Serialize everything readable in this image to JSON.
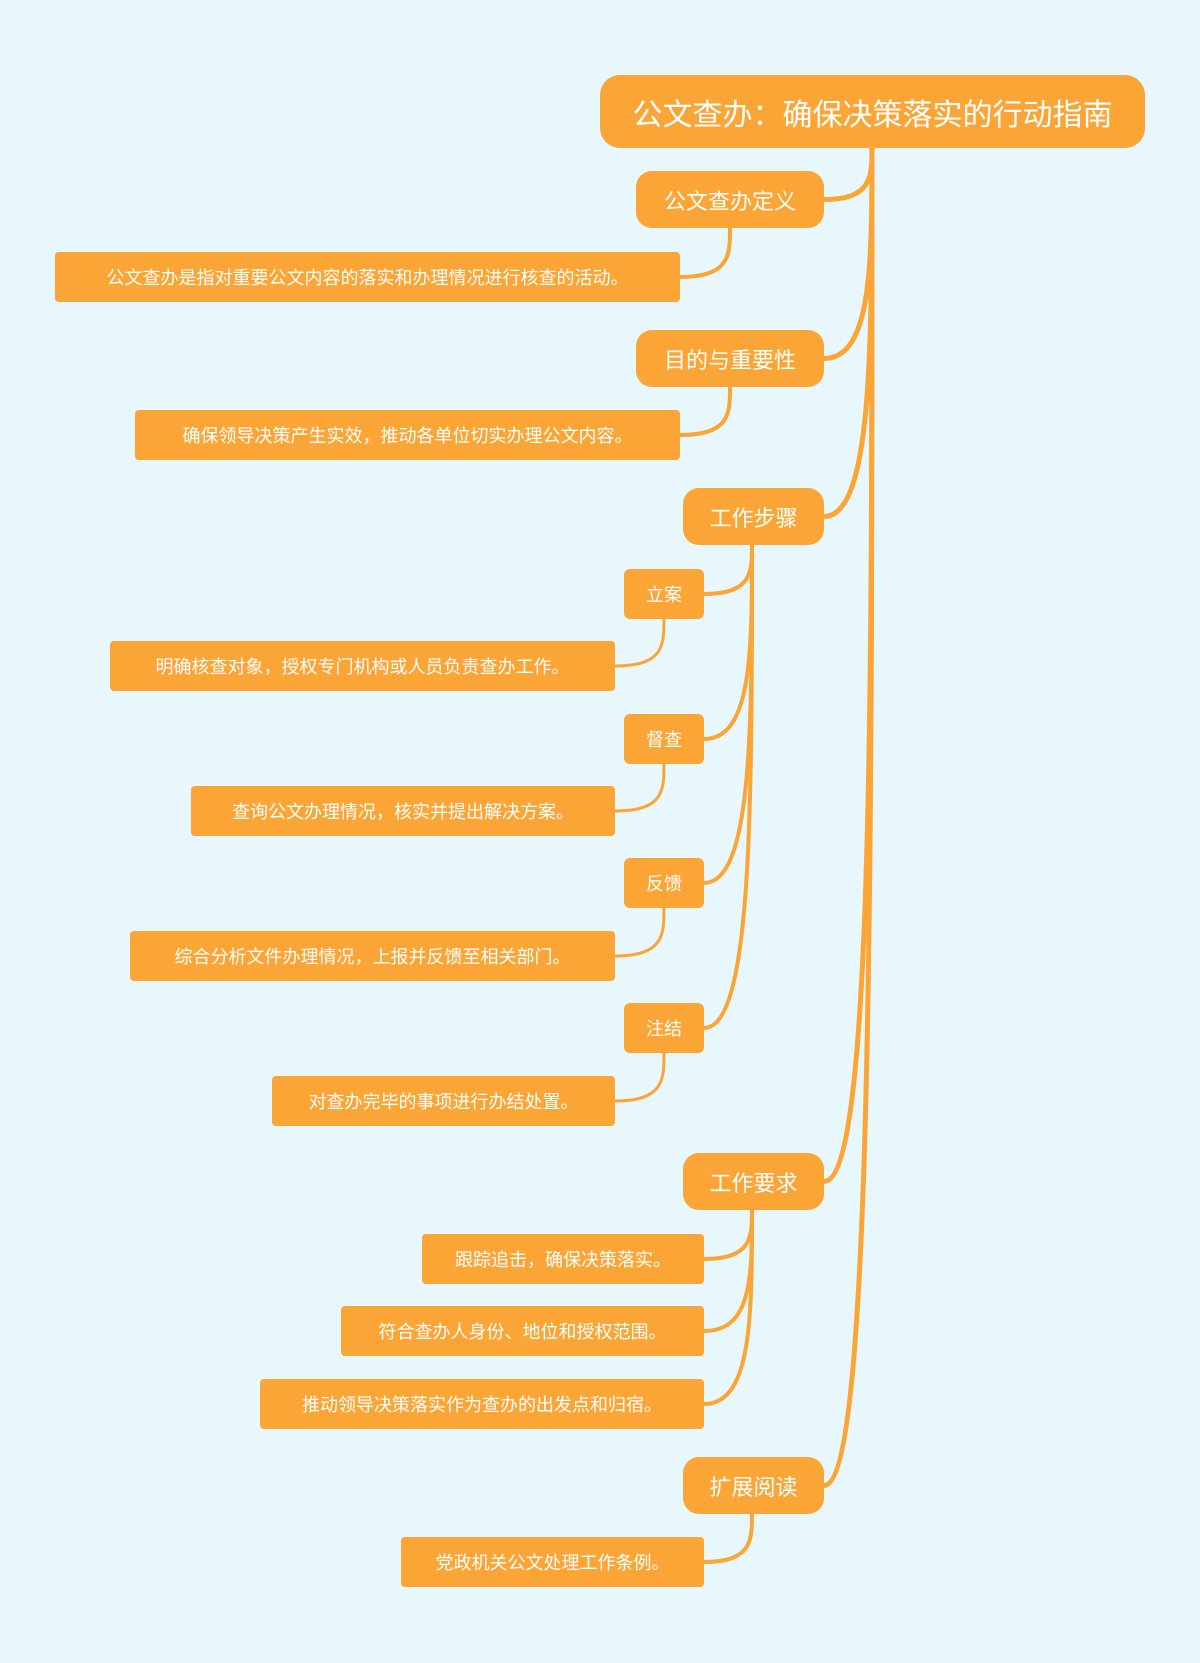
{
  "colors": {
    "background": "#E8F7FC",
    "node": "#FBA536",
    "link": "#FBA536",
    "text": "#FFFFFF"
  },
  "root": {
    "label": "公文查办：确保决策落实的行动指南"
  },
  "branches": [
    {
      "label": "公文查办定义",
      "children": [
        {
          "label": "公文查办是指对重要公文内容的落实和办理情况进行核查的活动。"
        }
      ]
    },
    {
      "label": "目的与重要性",
      "children": [
        {
          "label": "确保领导决策产生实效，推动各单位切实办理公文内容。"
        }
      ]
    },
    {
      "label": "工作步骤",
      "children": [
        {
          "label": "立案",
          "children": [
            {
              "label": "明确核查对象，授权专门机构或人员负责查办工作。"
            }
          ]
        },
        {
          "label": "督查",
          "children": [
            {
              "label": "查询公文办理情况，核实并提出解决方案。"
            }
          ]
        },
        {
          "label": "反馈",
          "children": [
            {
              "label": "综合分析文件办理情况，上报并反馈至相关部门。"
            }
          ]
        },
        {
          "label": "注结",
          "children": [
            {
              "label": "对查办完毕的事项进行办结处置。"
            }
          ]
        }
      ]
    },
    {
      "label": "工作要求",
      "children": [
        {
          "label": "跟踪追击，确保决策落实。"
        },
        {
          "label": "符合查办人身份、地位和授权范围。"
        },
        {
          "label": "推动领导决策落实作为查办的出发点和归宿。"
        }
      ]
    },
    {
      "label": "扩展阅读",
      "children": [
        {
          "label": "党政机关公文处理工作条例。"
        }
      ]
    }
  ]
}
